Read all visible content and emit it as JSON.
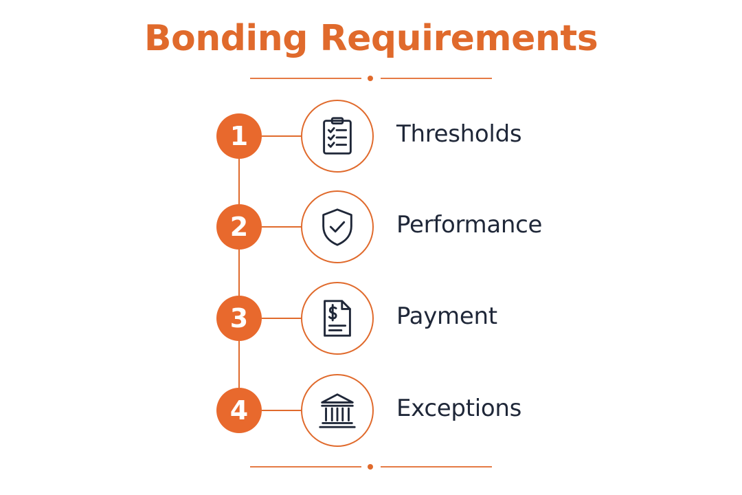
{
  "title": "Bonding Requirements",
  "steps": [
    {
      "number": "1",
      "label": "Thresholds",
      "icon": "clipboard-checklist-icon"
    },
    {
      "number": "2",
      "label": "Performance",
      "icon": "shield-check-icon"
    },
    {
      "number": "3",
      "label": "Payment",
      "icon": "dollar-document-icon"
    },
    {
      "number": "4",
      "label": "Exceptions",
      "icon": "bank-building-icon"
    }
  ],
  "colors": {
    "accent": "#e06a2c",
    "badge": "#e8692d",
    "text": "#1f2738",
    "icon_stroke": "#1f2738",
    "background": "#ffffff"
  }
}
